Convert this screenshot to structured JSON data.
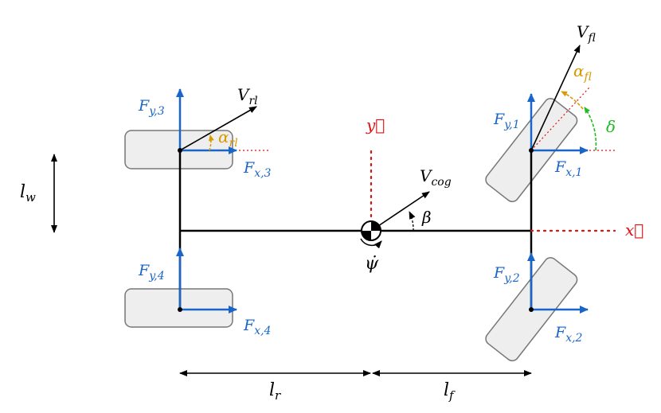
{
  "labels": {
    "v_fl": "V",
    "v_fl_sub": "fl",
    "v_rl": "V",
    "v_rl_sub": "rl",
    "v_cog": "V",
    "v_cog_sub": "cog",
    "alpha_fl": "α",
    "alpha_fl_sub": "fl",
    "alpha_rl": "α",
    "alpha_rl_sub": "rl",
    "delta": "δ",
    "beta": "β",
    "psi_dot": "ψ̇",
    "x_axis": "x⃗",
    "y_axis": "y⃗",
    "l_w": "l",
    "l_w_sub": "w",
    "l_r": "l",
    "l_r_sub": "r",
    "l_f": "l",
    "l_f_sub": "f",
    "fy1": "F",
    "fy1_sub": "y,1",
    "fx1": "F",
    "fx1_sub": "x,1",
    "fy2": "F",
    "fy2_sub": "y,2",
    "fx2": "F",
    "fx2_sub": "x,2",
    "fy3": "F",
    "fy3_sub": "y,3",
    "fx3": "F",
    "fx3_sub": "x,3",
    "fy4": "F",
    "fy4_sub": "y,4",
    "fx4": "F",
    "fx4_sub": "x,4"
  },
  "colors": {
    "force": "#1a66c8",
    "axis": "#e01010",
    "slip_angle": "#d99a00",
    "steer_angle": "#22bb22",
    "wheel_fill": "#eeeeee",
    "wheel_stroke": "#777777"
  }
}
